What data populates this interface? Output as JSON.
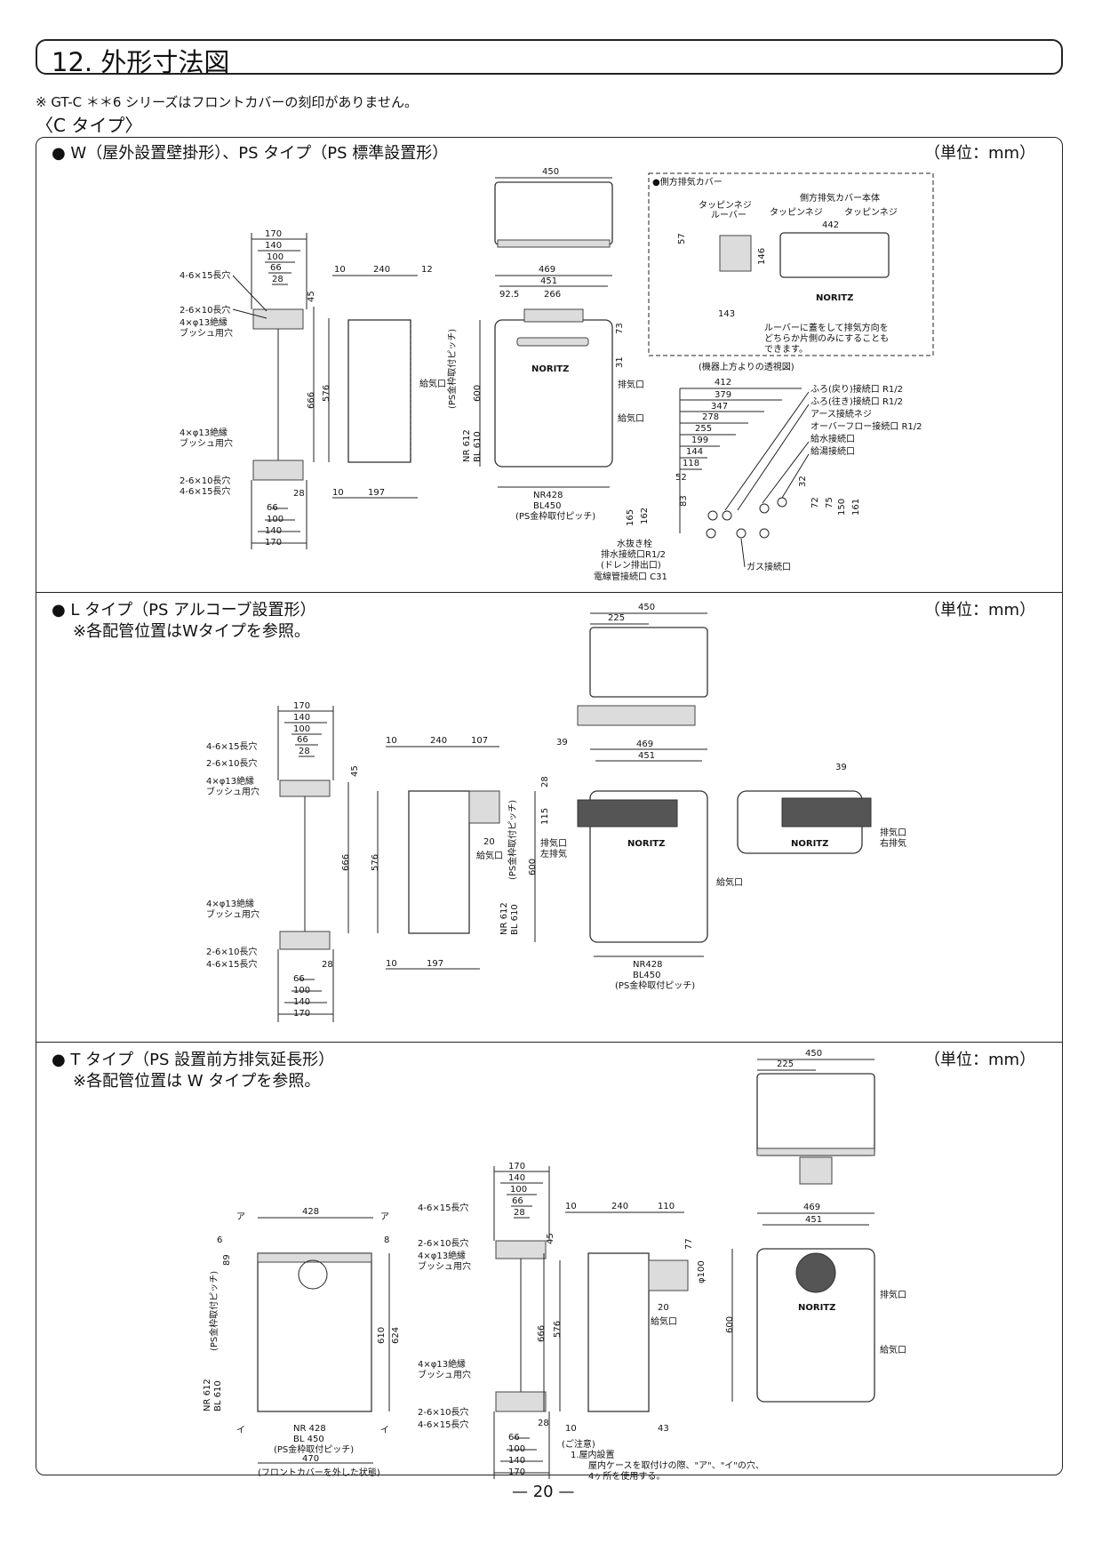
{
  "header": {
    "title": "12. 外形寸法図"
  },
  "note": "※ GT-C ＊＊6 シリーズはフロントカバーの刻印がありません。",
  "c_type": "〈C タイプ〉",
  "unit": "（単位：mm）",
  "page_number": "— 20 —",
  "logo": "NORITZ",
  "sections": {
    "w": {
      "title": "● W（屋外設置壁掛形）、PS タイプ（PS 標準設置形）"
    },
    "l": {
      "title": "● L タイプ（PS アルコーブ設置形）",
      "sub": "※各配管位置はWタイプを参照。"
    },
    "t": {
      "title": "● T タイプ（PS 設置前方排気延長形）",
      "sub": "※各配管位置は W タイプを参照。"
    }
  },
  "bracket": {
    "d170": "170",
    "d140": "140",
    "d100": "100",
    "d66": "66",
    "d28": "28",
    "hole_15": "4-6×15長穴",
    "hole_10": "2-6×10長穴",
    "bush1": "4×φ13絶縁",
    "bush2": "ブッシュ用穴"
  },
  "w": {
    "side": {
      "d10": "10",
      "d240": "240",
      "d12": "12",
      "d45": "45",
      "d666": "666",
      "d576": "576",
      "d197": "197",
      "d28": "28",
      "intake": "給気口"
    },
    "front": {
      "d469": "469",
      "d451": "451",
      "d92_5": "92.5",
      "d266": "266",
      "d73": "73",
      "d31": "31",
      "d600": "600",
      "exhaust": "排気口",
      "intake": "給気口",
      "nr612": "NR 612",
      "bl610": "BL 610",
      "ps": "(PS金枠取付ピッチ)",
      "nr428": "NR428",
      "bl450": "BL450",
      "ps2": "(PS金枠取付ピッチ)"
    },
    "top": {
      "d450": "450"
    },
    "inset": {
      "title": "●側方排気カバー",
      "screw": "タッピンネジ",
      "louver": "ルーバー",
      "d57": "57",
      "d146": "146",
      "d143": "143",
      "body": "側方排気カバー本体",
      "d442": "442",
      "note1": "ルーバーに蓋をして排気方向を",
      "note2": "どちらか片側のみにすることも",
      "note3": "できます。",
      "caption": "(機器上方よりの透視図)"
    },
    "pipes": {
      "v412": "412",
      "v379": "379",
      "v347": "347",
      "v278": "278",
      "v255": "255",
      "v199": "199",
      "v144": "144",
      "v118": "118",
      "v52": "52",
      "h165": "165",
      "h162": "162",
      "h83": "83",
      "h32": "32",
      "h72": "72",
      "h75": "75",
      "h150": "150",
      "h161": "161",
      "l1": "ふろ(戻り)接続口 R1/2",
      "l2": "ふろ(往き)接続口 R1/2",
      "l3": "アース接続ネジ",
      "l4": "オーバーフロー接続口 R1/2",
      "l5": "給水接続口",
      "l6": "給湯接続口",
      "b1": "水抜き栓",
      "b2": "排水接続口R1/2",
      "b3": "(ドレン排出口)",
      "b4": "電線管接続口 C31",
      "gas": "ガス接続口"
    }
  },
  "l": {
    "top": {
      "d450": "450",
      "d225": "225"
    },
    "side": {
      "d10": "10",
      "d240": "240",
      "d107": "107",
      "d45": "45",
      "d666": "666",
      "d576": "576",
      "d20": "20",
      "d197": "197",
      "d28": "28",
      "intake": "給気口",
      "nr612": "NR 612",
      "bl610": "BL 610",
      "ps": "(PS金枠取付ピッチ)"
    },
    "front": {
      "d39": "39",
      "d469": "469",
      "d451": "451",
      "d28": "28",
      "d115": "115",
      "d600": "600",
      "exL1": "排気口",
      "exL2": "左排気",
      "intake": "給気口",
      "nr428": "NR428",
      "bl450": "BL450",
      "ps2": "(PS金枠取付ピッチ)"
    },
    "right": {
      "d39": "39",
      "ex1": "排気口",
      "ex2": "右排気"
    }
  },
  "t": {
    "top": {
      "d450": "450",
      "d225": "225"
    },
    "back": {
      "d428": "428",
      "a": "ア",
      "i": "イ",
      "d6": "6",
      "d8": "8",
      "d89": "89",
      "d610": "610",
      "d624": "624",
      "nr612": "NR 612",
      "bl610": "BL 610",
      "ps": "(PS金枠取付ピッチ)",
      "nr428": "NR 428",
      "bl450": "BL 450",
      "ps2": "(PS金枠取付ピッチ)",
      "d470": "470",
      "cap": "(フロントカバーを外した状態)"
    },
    "side": {
      "d10": "10",
      "d240": "240",
      "d110": "110",
      "d45": "45",
      "d77": "77",
      "phi": "φ100",
      "d666": "666",
      "d576": "576",
      "d20": "20",
      "d43": "43",
      "d28": "28",
      "intake": "給気口"
    },
    "front": {
      "d469": "469",
      "d451": "451",
      "d600": "600",
      "exhaust": "排気口",
      "intake": "給気口"
    },
    "notes": {
      "n1": "(ご注意)",
      "n2": "1.屋内設置",
      "n3": "屋内ケースを取付けの際、\"ア\"、\"イ\"の穴、",
      "n4": "4ヶ所を使用する。"
    }
  }
}
